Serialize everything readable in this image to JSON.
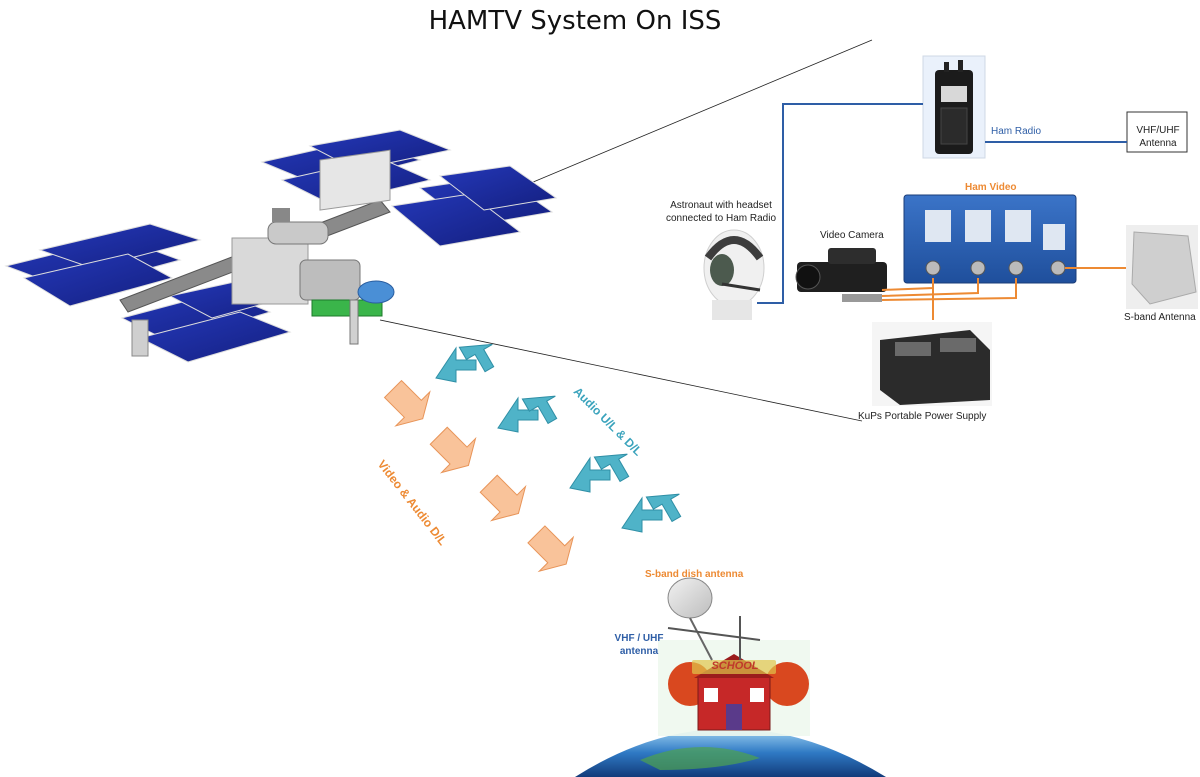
{
  "title": "HAMTV System On ISS",
  "labels": {
    "ham_radio": "Ham Radio",
    "vhf_uhf_antenna": "VHF/UHF Antenna",
    "ham_video": "Ham Video",
    "astronaut": "Astronaut with headset connected to Ham Radio",
    "video_camera": "Video Camera",
    "s_band_antenna": "S-band Antenna",
    "kups": "KuPs Portable Power Supply",
    "audio_link": "Audio U/L & D/L",
    "video_audio_link": "Video & Audio D/L",
    "s_band_dish": "S-band dish antenna",
    "vhf_uhf_ground": "VHF / UHF antenna",
    "school_sign": "SCHOOL"
  },
  "colors": {
    "orange": "#ed8a33",
    "orange_fill": "#f9c39a",
    "teal": "#3aa3bc",
    "teal_fill": "#4fb3c8",
    "link_blue": "#2e5ea6",
    "panel_blue": "#2a5fb0",
    "solar_blue": "#1c2c9e"
  }
}
